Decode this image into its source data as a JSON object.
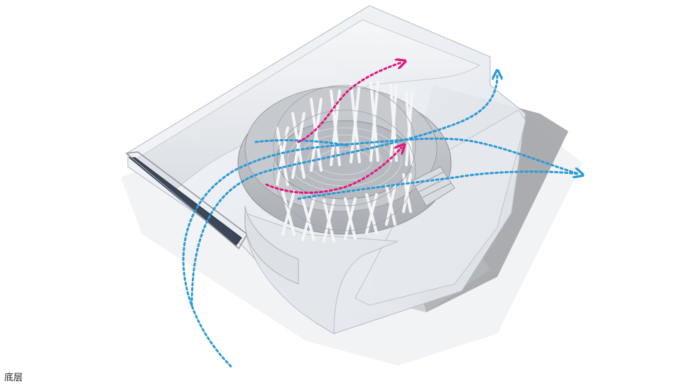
{
  "caption": "底层",
  "colors": {
    "airflow": "#2b9ad6",
    "circulation": "#e0197d",
    "structure": "#9a9a9a",
    "shadow": "#8c8c8c",
    "glass": "#e9eef4",
    "screen": "#3c4658"
  },
  "arrows": {
    "airflow_count": 4,
    "circulation_count": 2
  }
}
